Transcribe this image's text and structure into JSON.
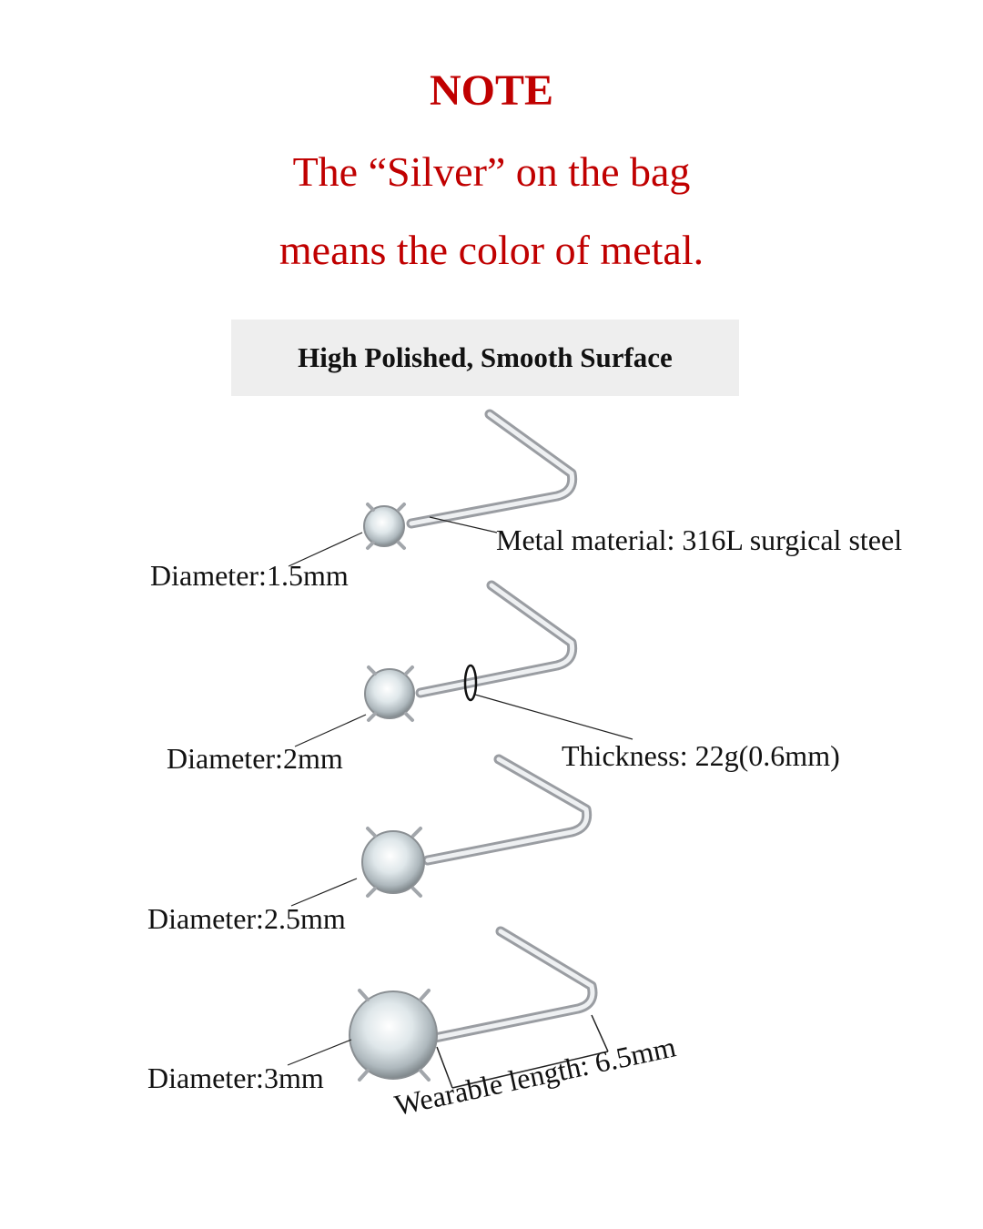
{
  "note": {
    "title": "NOTE",
    "line1": "The “Silver” on the bag",
    "line2": "means the color of metal."
  },
  "banner": {
    "text": "High Polished, Smooth Surface"
  },
  "labels": {
    "diameter_1": "Diameter:1.5mm",
    "diameter_2": "Diameter:2mm",
    "diameter_3": "Diameter:2.5mm",
    "diameter_4": "Diameter:3mm",
    "material": "Metal material: 316L surgical steel",
    "thickness": "Thickness: 22g(0.6mm)",
    "wearable_length": "Wearable length: 6.5mm"
  },
  "colors": {
    "note_red": "#c00000",
    "banner_bg": "#eeeeee",
    "text": "#111111",
    "steel": "#c9ccd0"
  }
}
